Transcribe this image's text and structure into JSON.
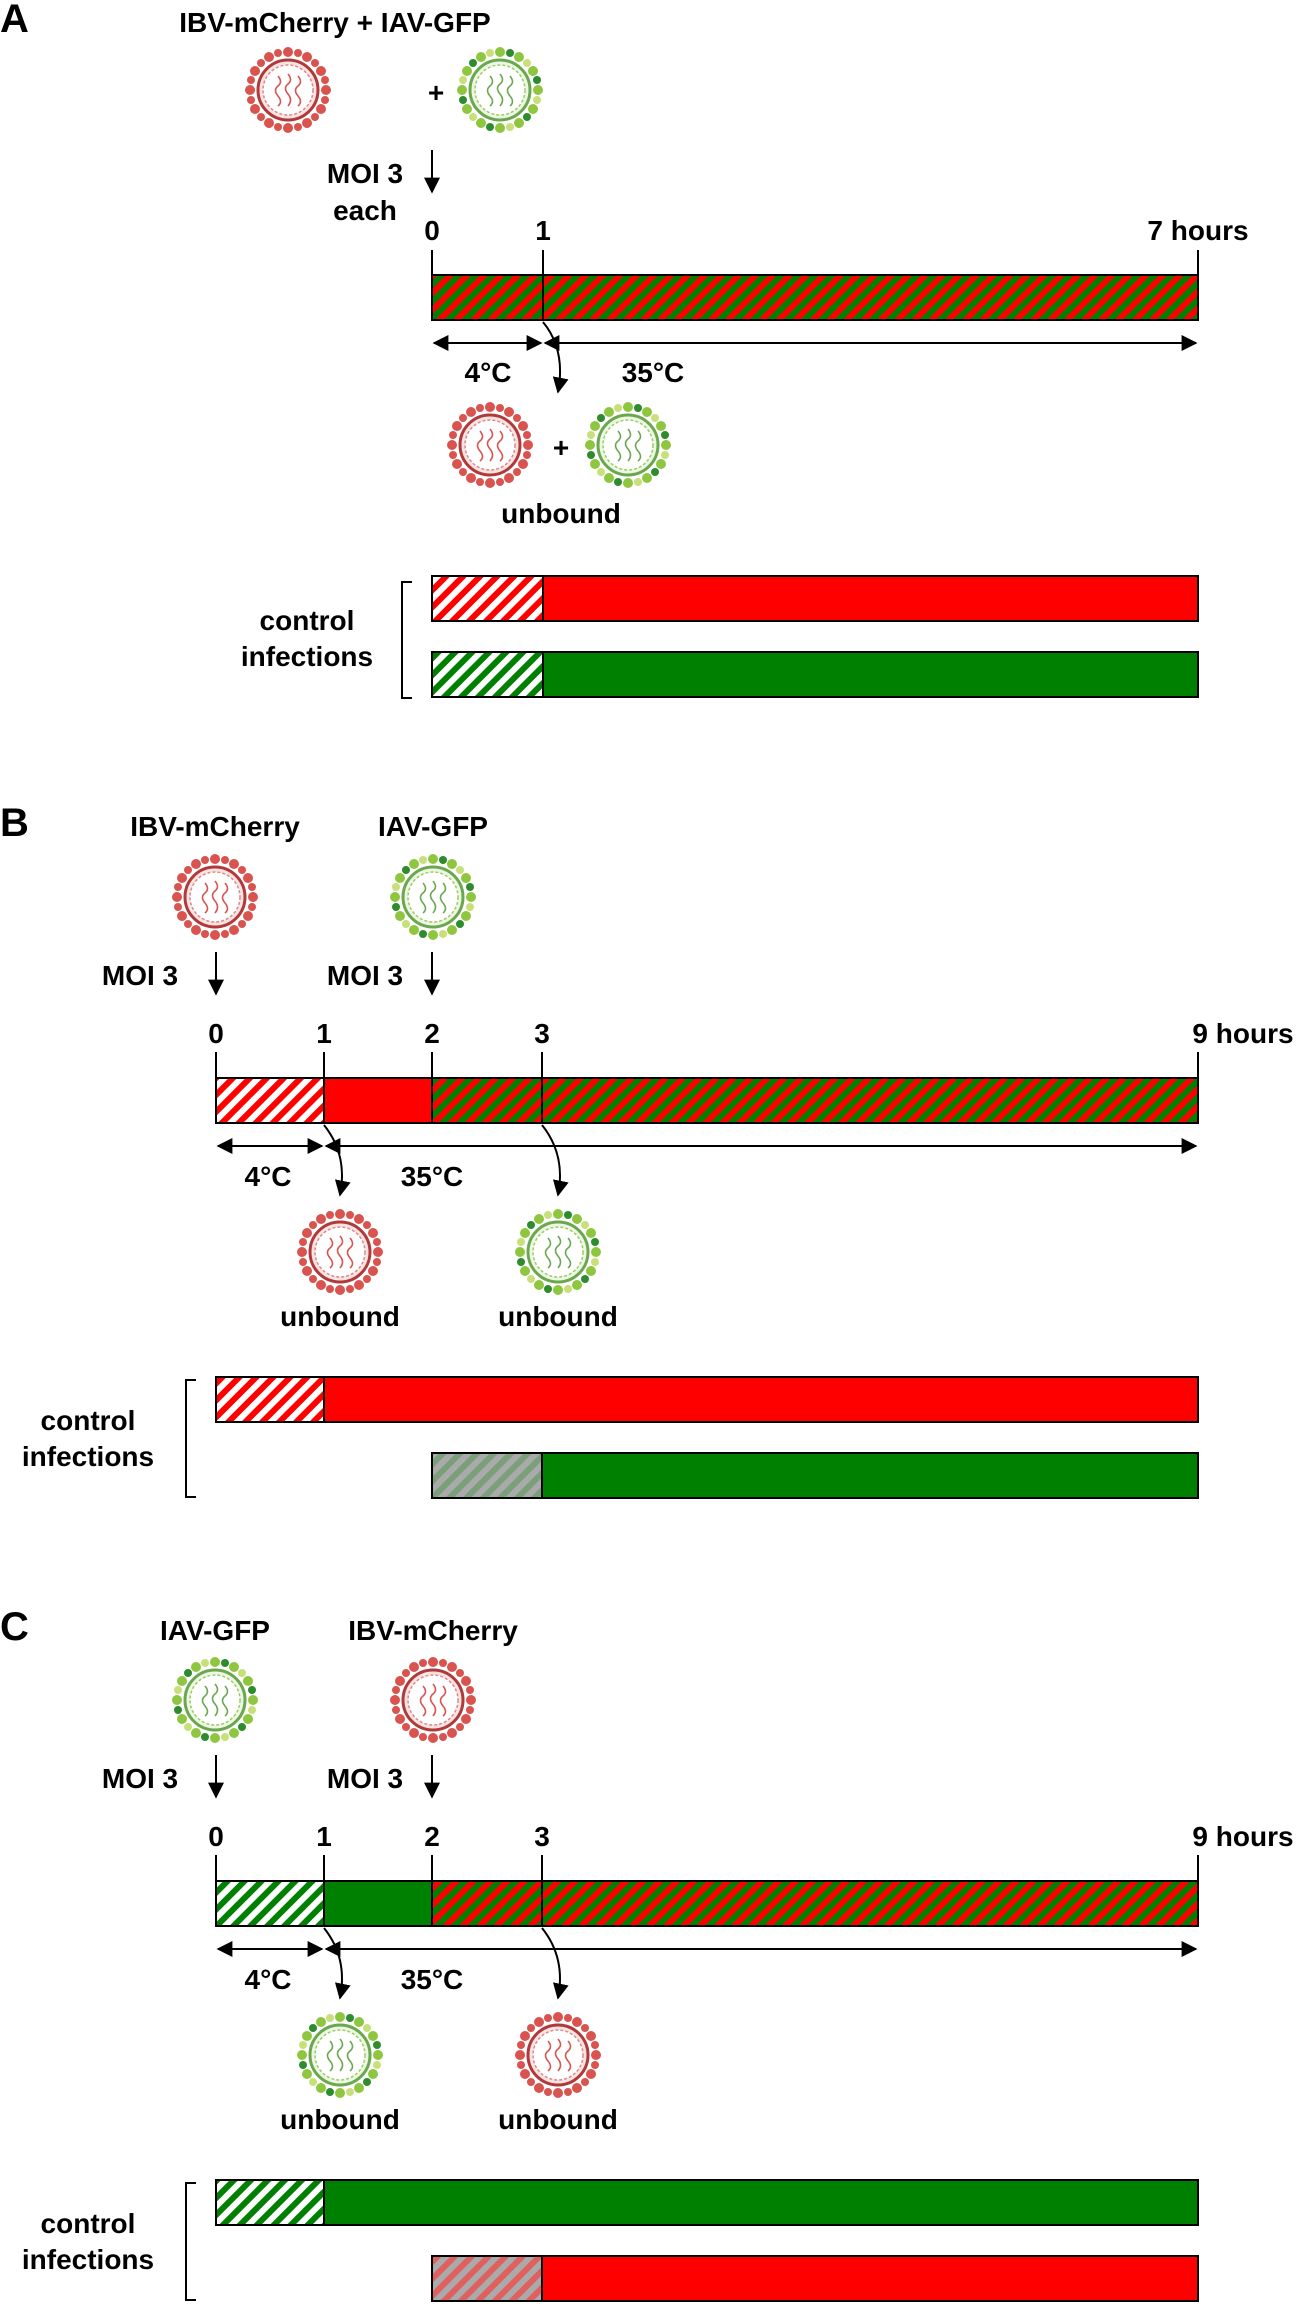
{
  "colors": {
    "red": "#ff0000",
    "green": "#008000",
    "hatch_red_on_green": "#1e5c1e",
    "virus_red": "#d9534f",
    "virus_green": "#8fc63f",
    "gray": "#999999"
  },
  "panels": [
    {
      "letter": "A",
      "virus_header": "IBV-mCherry + IAV-GFP",
      "plus": "+",
      "moi": "MOI 3",
      "moi_extra": "each",
      "ticks": [
        "0",
        "1",
        "7 hours"
      ],
      "temp_cold": "4°C",
      "temp_warm": "35°C",
      "unbound": "unbound",
      "unbound_plus": "+",
      "control": "control",
      "infections": "infections"
    },
    {
      "letter": "B",
      "virus1": "IBV-mCherry",
      "virus2": "IAV-GFP",
      "moi1": "MOI 3",
      "moi2": "MOI 3",
      "ticks": [
        "0",
        "1",
        "2",
        "3",
        "9 hours"
      ],
      "temp_cold": "4°C",
      "temp_warm": "35°C",
      "unbound1": "unbound",
      "unbound2": "unbound",
      "control": "control",
      "infections": "infections"
    },
    {
      "letter": "C",
      "virus1": "IAV-GFP",
      "virus2": "IBV-mCherry",
      "moi1": "MOI 3",
      "moi2": "MOI 3",
      "ticks": [
        "0",
        "1",
        "2",
        "3",
        "9 hours"
      ],
      "temp_cold": "4°C",
      "temp_warm": "35°C",
      "unbound1": "unbound",
      "unbound2": "unbound",
      "control": "control",
      "infections": "infections"
    }
  ]
}
